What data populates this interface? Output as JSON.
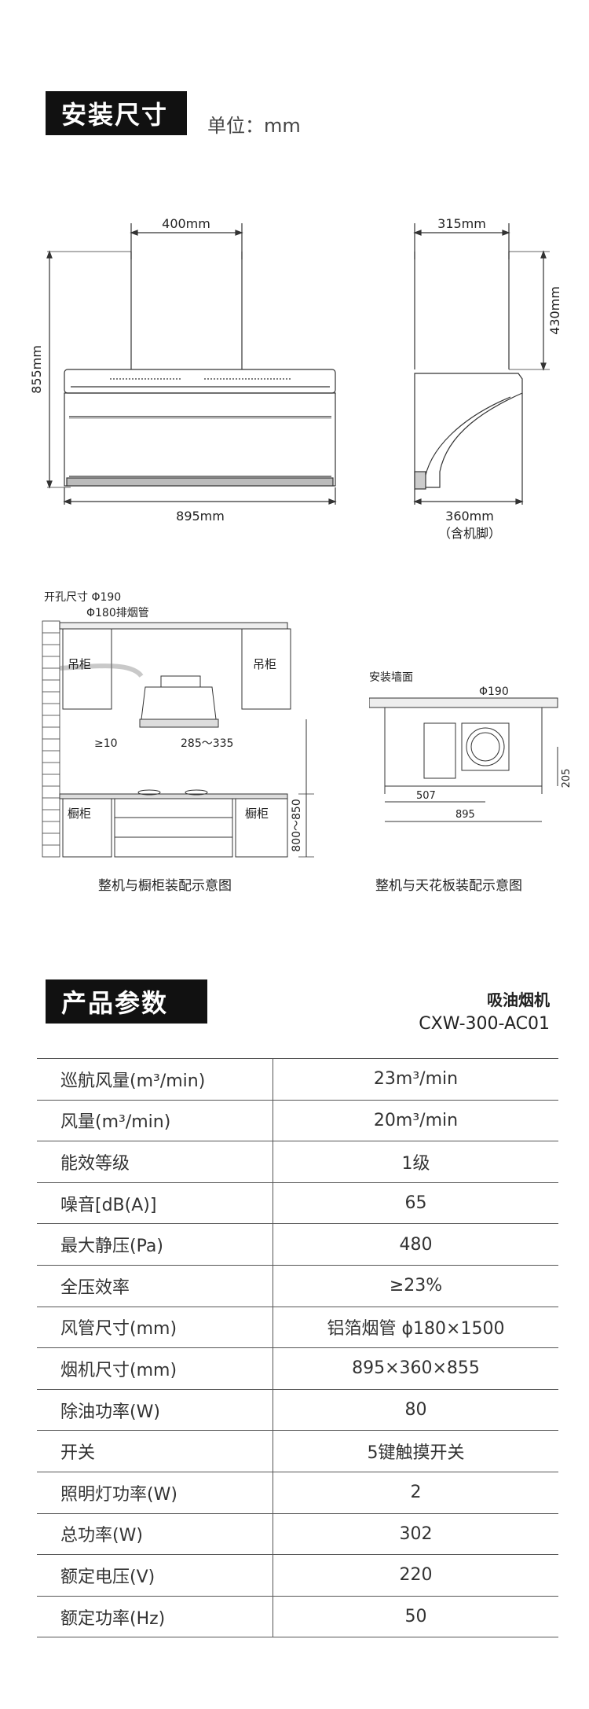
{
  "install": {
    "title": "安装尺寸",
    "unit": "单位：mm",
    "dims": {
      "duct_width": "400mm",
      "total_height": "855mm",
      "width": "895mm",
      "side_top": "315mm",
      "side_height": "430mm",
      "depth": "360mm",
      "depth_note": "（含机脚）"
    }
  },
  "cabinet": {
    "hole": "开孔尺寸  Φ190",
    "pipe": "Φ180排烟管",
    "upper_left": "吊柜",
    "upper_right": "吊柜",
    "lower_left": "橱柜",
    "lower_right": "橱柜",
    "gap": "≥10",
    "height_range": "285～335",
    "cabinet_height": "800～850",
    "caption": "整机与橱柜装配示意图"
  },
  "ceiling": {
    "wall": "安装墙面",
    "hole": "Φ190",
    "dim_507": "507",
    "dim_895": "895",
    "dim_205": "205",
    "caption": "整机与天花板装配示意图"
  },
  "params": {
    "title": "产品参数",
    "product_name": "吸油烟机",
    "model": "CXW-300-AC01",
    "rows": [
      {
        "k": "巡航风量(m³/min)",
        "v": "23m³/min"
      },
      {
        "k": "风量(m³/min)",
        "v": "20m³/min"
      },
      {
        "k": "能效等级",
        "v": "1级"
      },
      {
        "k": "噪音[dB(A)]",
        "v": "65"
      },
      {
        "k": "最大静压(Pa)",
        "v": "480"
      },
      {
        "k": "全压效率",
        "v": "≥23%"
      },
      {
        "k": "风管尺寸(mm)",
        "v": "铝箔烟管 ϕ180×1500"
      },
      {
        "k": "烟机尺寸(mm)",
        "v": "895×360×855"
      },
      {
        "k": "除油功率(W)",
        "v": "80"
      },
      {
        "k": "开关",
        "v": "5键触摸开关"
      },
      {
        "k": "照明灯功率(W)",
        "v": "2"
      },
      {
        "k": "总功率(W)",
        "v": "302"
      },
      {
        "k": "额定电压(V)",
        "v": "220"
      },
      {
        "k": "额定功率(Hz)",
        "v": "50"
      }
    ]
  }
}
